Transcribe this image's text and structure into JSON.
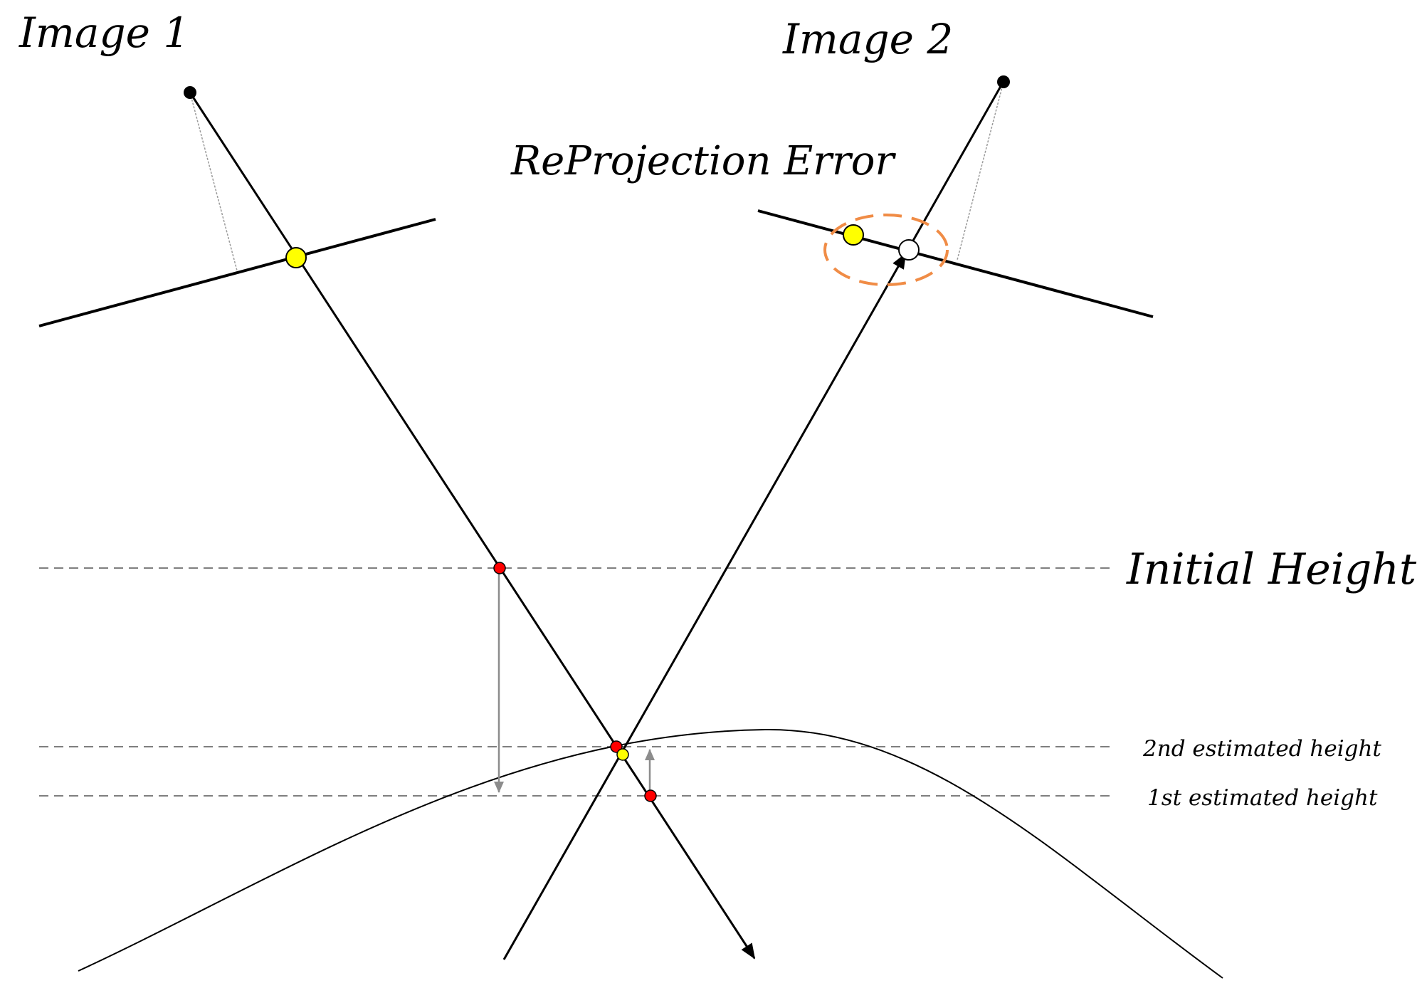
{
  "labels": {
    "image1": "Image 1",
    "image2": "Image 2",
    "reprojection_error": "ReProjection Error",
    "initial_height": "Initial Height",
    "second_estimated_height": "2nd estimated height",
    "first_estimated_height": "1st estimated height"
  },
  "colors": {
    "line": "#000000",
    "dashed_reference": "#7f7f7f",
    "height_arrow": "#8c8c8c",
    "observed_point": "#ffff00",
    "reprojected_point": "#ffffff",
    "height_sample_point": "#ff0000",
    "error_ellipse": "#f08c46"
  }
}
